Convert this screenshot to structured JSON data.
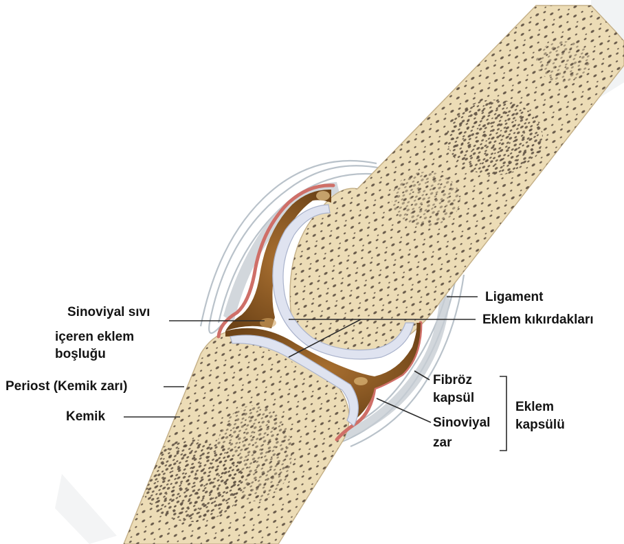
{
  "labels": {
    "ligament": "Ligament",
    "eklem_kikirdaklari": "Eklem kıkırdakları",
    "sinoviyal_sivi_1": "Sinoviyal sıvı",
    "sinoviyal_sivi_2": "içeren eklem",
    "sinoviyal_sivi_3": "boşluğu",
    "periost": "Periost (Kemik zarı)",
    "kemik": "Kemik",
    "fibroz_1": "Fibröz",
    "fibroz_2": "kapsül",
    "sinoviyal_zar_1": "Sinoviyal",
    "sinoviyal_zar_2": "zar",
    "eklem_kapsulu_1": "Eklem",
    "eklem_kapsulu_2": "kapsülü"
  },
  "colors": {
    "bone": "#ecdcb6",
    "spongy_bone": "#6a5c4c",
    "cartilage": "#dfe3f0",
    "synovial_fluid": "#8a5a22",
    "synovial_membrane": "#c9706a",
    "capsule_ligament": "#b8c0c8"
  }
}
